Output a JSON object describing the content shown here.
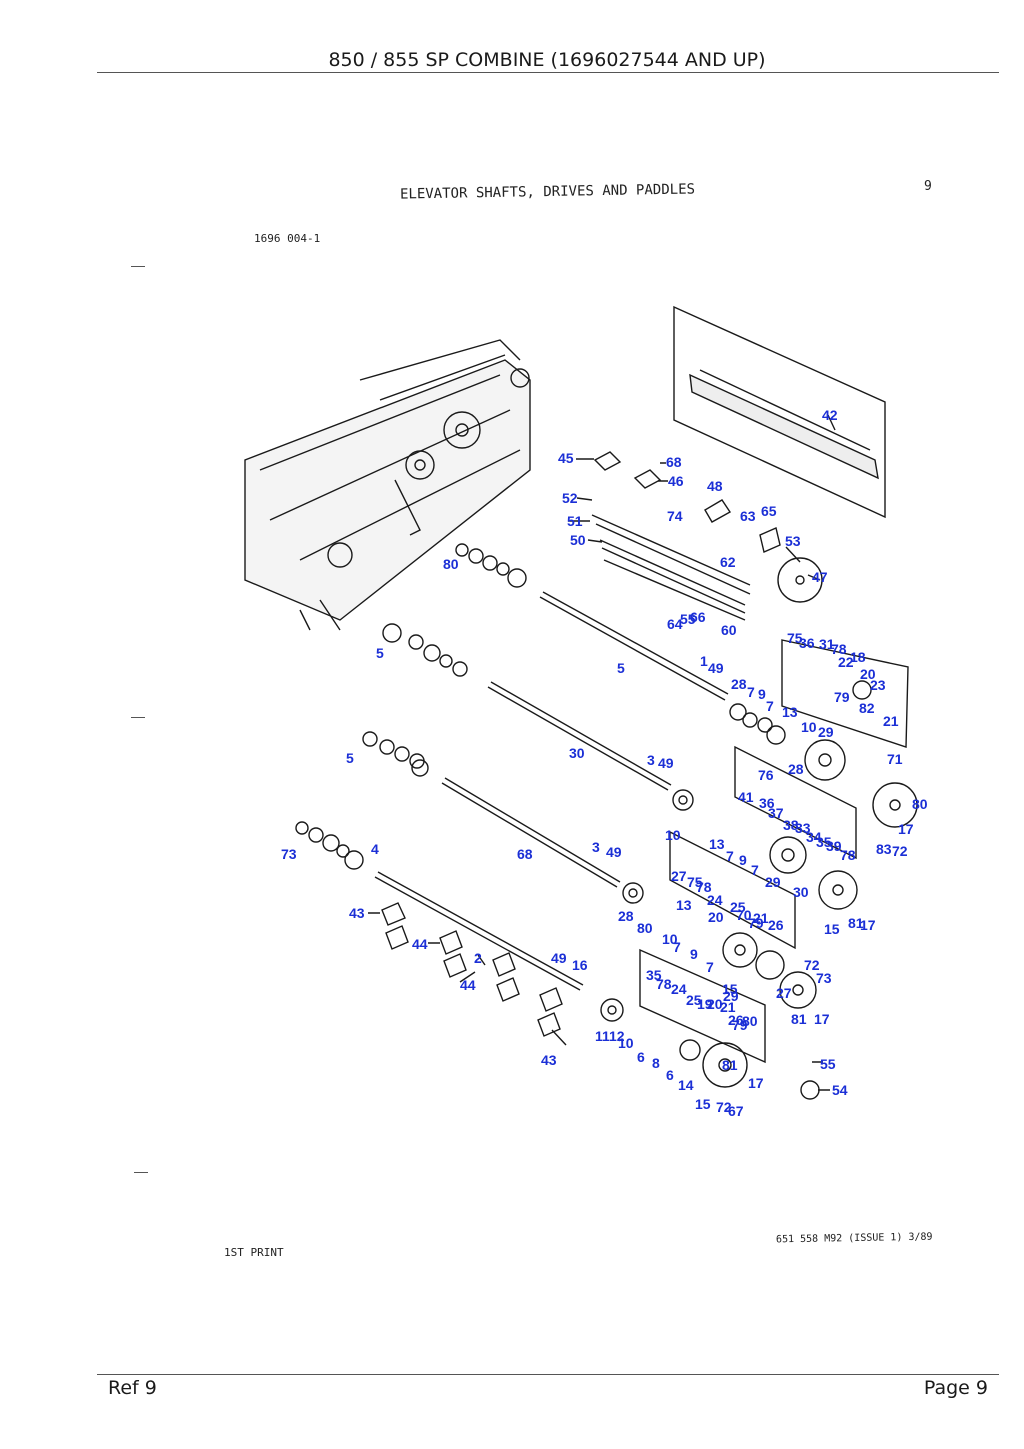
{
  "header": {
    "title": "850 /  855 SP COMBINE (1696027544 AND UP)"
  },
  "plate": {
    "title": "ELEVATOR SHAFTS, DRIVES AND PADDLES",
    "number": "9",
    "code": "1696 004-1",
    "print_note": "1ST PRINT",
    "issue": "651 558 M92 (ISSUE 1) 3/89"
  },
  "callouts": [
    "42",
    "45",
    "68",
    "46",
    "52",
    "74",
    "48",
    "63",
    "65",
    "51",
    "50",
    "62",
    "53",
    "47",
    "64",
    "55",
    "66",
    "60",
    "75",
    "36",
    "31",
    "78",
    "18",
    "22",
    "20",
    "23",
    "79",
    "82",
    "21",
    "80",
    "5",
    "5",
    "5",
    "1",
    "49",
    "28",
    "7",
    "9",
    "7",
    "13",
    "10",
    "29",
    "30",
    "3",
    "49",
    "28",
    "71",
    "41",
    "76",
    "36",
    "37",
    "38",
    "33",
    "34",
    "35",
    "39",
    "78",
    "80",
    "17",
    "83",
    "72",
    "73",
    "4",
    "68",
    "3",
    "49",
    "28",
    "10",
    "13",
    "7",
    "9",
    "7",
    "29",
    "30",
    "27",
    "75",
    "78",
    "24",
    "25",
    "20",
    "70",
    "21",
    "79",
    "26",
    "80",
    "10",
    "13",
    "7",
    "9",
    "7",
    "29",
    "15",
    "81",
    "17",
    "43",
    "44",
    "2",
    "44",
    "49",
    "16",
    "72",
    "73",
    "27",
    "15",
    "81",
    "17",
    "35",
    "78",
    "24",
    "25",
    "19",
    "20",
    "21",
    "26",
    "80",
    "79",
    "11",
    "12",
    "10",
    "6",
    "8",
    "6",
    "14",
    "15",
    "72",
    "67",
    "81",
    "17",
    "55",
    "54",
    "43"
  ],
  "colors": {
    "callout": "#1b2fd6",
    "line": "#1a1a1a"
  },
  "footer": {
    "ref_label": "Ref  9",
    "page_label": "Page  9"
  }
}
